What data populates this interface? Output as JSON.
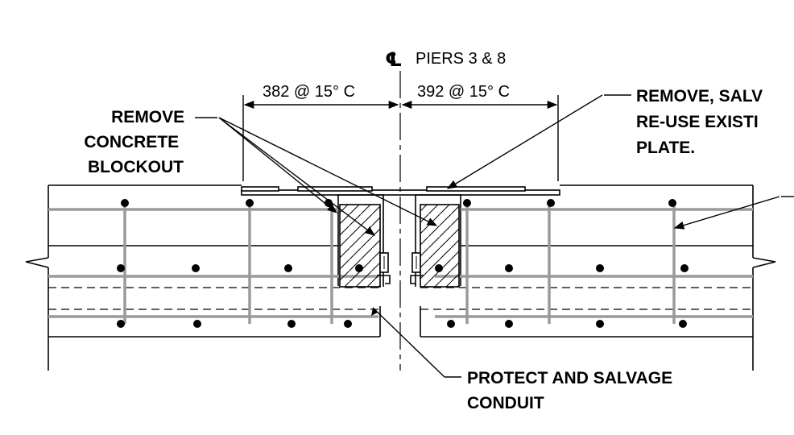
{
  "centerline": {
    "symbol": "℄",
    "label": "PIERS 3 & 8"
  },
  "dimensions": {
    "left": "382 @ 15° C",
    "right": "392 @ 15° C"
  },
  "notes": {
    "remove_blockout": [
      "REMOVE",
      "CONCRETE",
      "BLOCKOUT"
    ],
    "remove_salvage": [
      "REMOVE, SALV",
      "RE-USE EXISTI",
      "PLATE."
    ],
    "protect_conduit": [
      "PROTECT AND SALVAGE",
      "CONDUIT"
    ]
  },
  "colors": {
    "line": "#000000",
    "rebar": "#9a9a9a",
    "background": "#ffffff"
  }
}
